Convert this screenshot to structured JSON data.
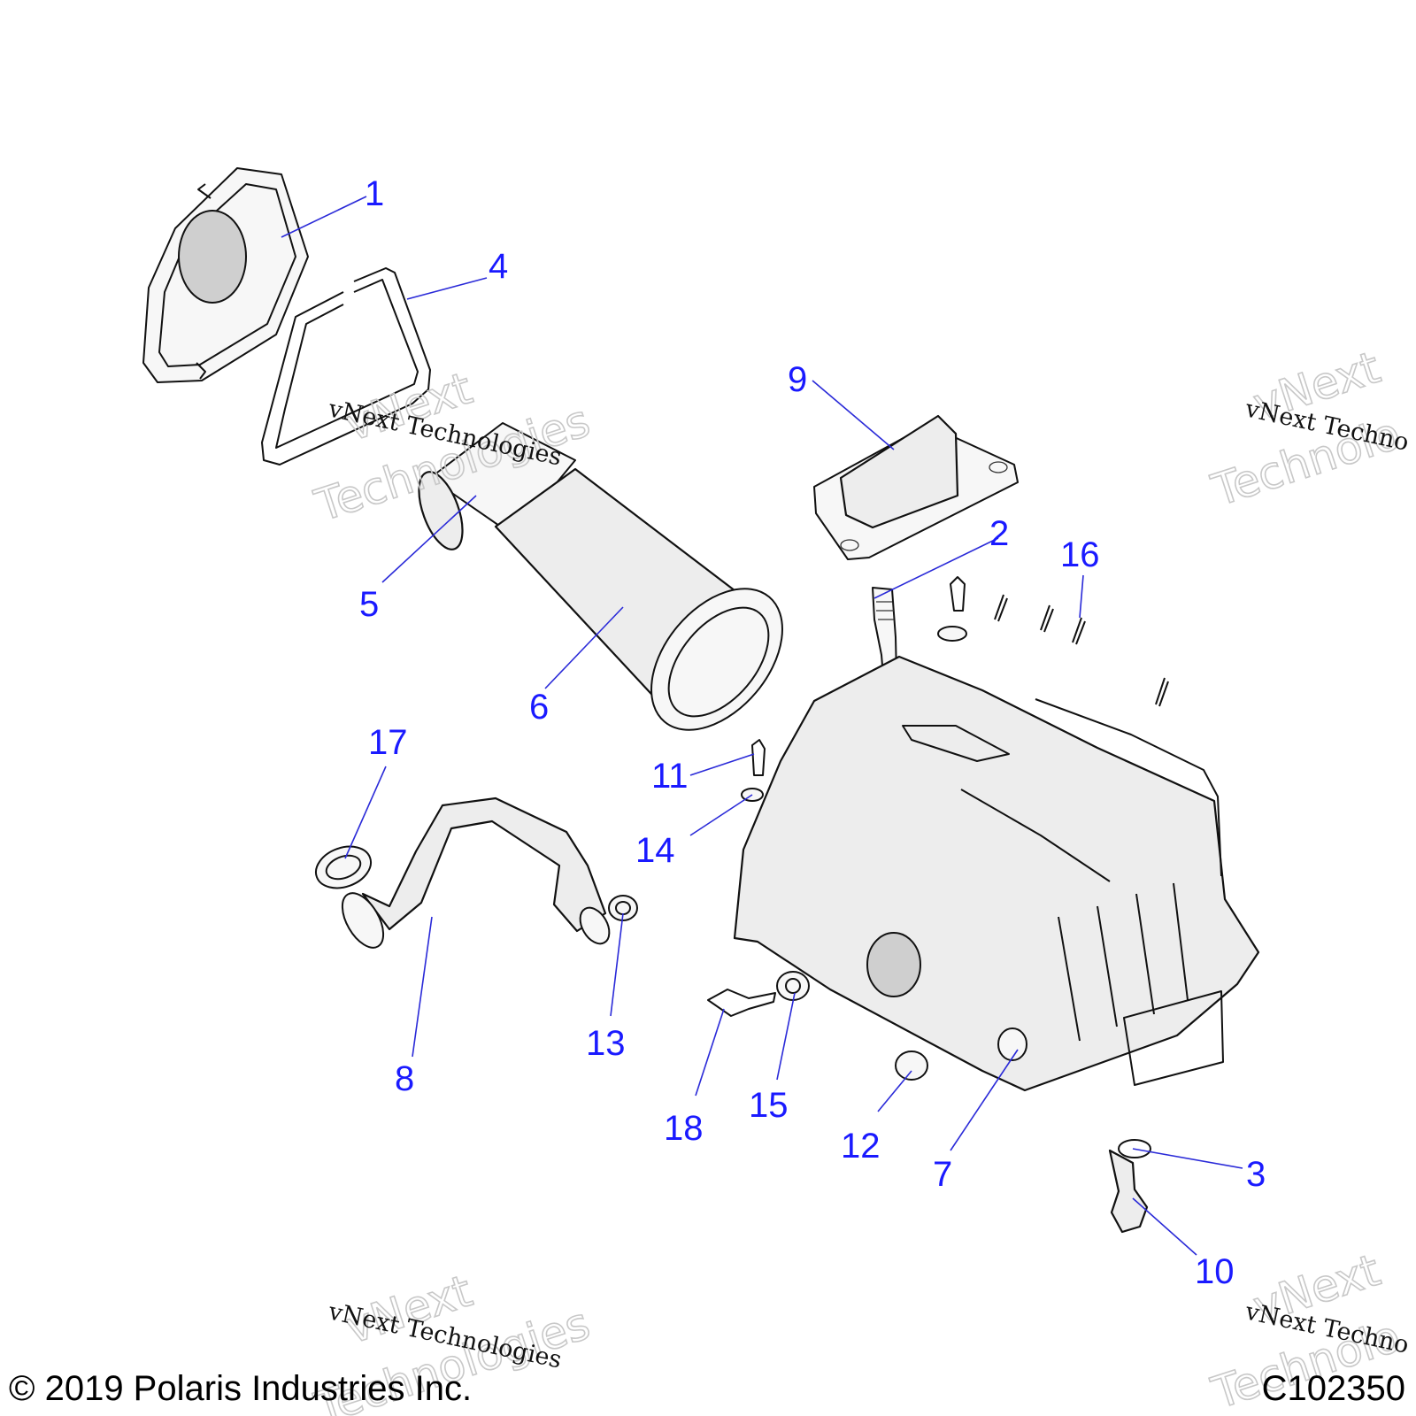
{
  "diagram": {
    "callouts": [
      "1",
      "2",
      "3",
      "4",
      "5",
      "6",
      "7",
      "8",
      "9",
      "10",
      "11",
      "12",
      "13",
      "14",
      "15",
      "16",
      "17",
      "18"
    ],
    "watermark": {
      "brand": "vNext",
      "word": "Technologies",
      "full": "vNext Technologies",
      "full_cut": "vNext Techno",
      "brand_cut": "vNext",
      "word_cut": "Technolo"
    },
    "footer": {
      "copyright": "© 2019 Polaris Industries Inc.",
      "code": "C102350"
    },
    "colors": {
      "callout": "#1a1aff",
      "leader": "#2a2ad8",
      "watermark": "#c8c8c8"
    }
  }
}
